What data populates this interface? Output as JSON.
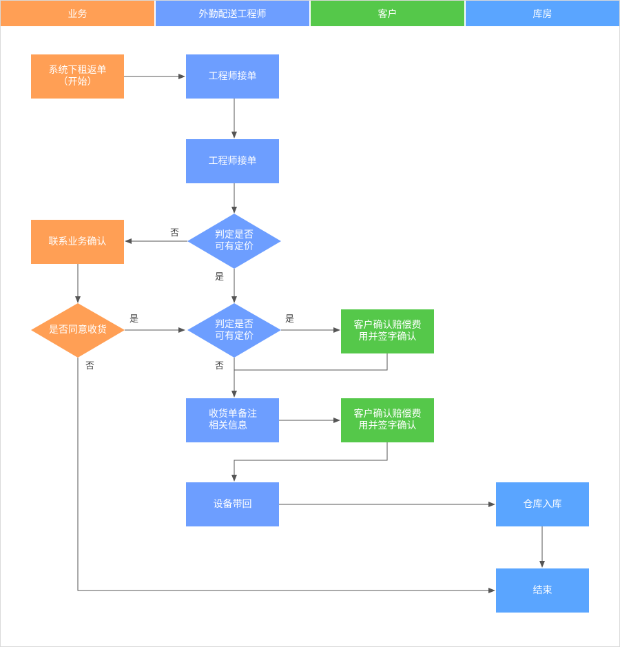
{
  "colors": {
    "lane_business": "#ff9f55",
    "lane_engineer": "#6d9eff",
    "lane_customer": "#55c84a",
    "lane_warehouse": "#5aa5ff",
    "connector": "#555555"
  },
  "lanes": [
    {
      "label": "业务"
    },
    {
      "label": "外勤配送工程师"
    },
    {
      "label": "客户"
    },
    {
      "label": "库房"
    }
  ],
  "nodes": {
    "start": {
      "line1": "系统下租返单",
      "line2": "（开始）"
    },
    "engineer_accept_1": {
      "line1": "工程师接单"
    },
    "engineer_accept_2": {
      "line1": "工程师接单"
    },
    "decision_price_1": {
      "line1": "判定是否",
      "line2": "可有定价"
    },
    "contact_business": {
      "line1": "联系业务确认"
    },
    "agree_decision": {
      "line1": "是否同意收货"
    },
    "decision_price_2": {
      "line1": "判定是否",
      "line2": "可有定价"
    },
    "customer_confirm_1": {
      "line1": "客户确认赔偿费",
      "line2": "用并签字确认"
    },
    "receipt_note": {
      "line1": "收货单备注",
      "line2": "相关信息"
    },
    "customer_confirm_2": {
      "line1": "客户确认赔偿费",
      "line2": "用并签字确认"
    },
    "bring_back": {
      "line1": "设备带回"
    },
    "warehouse_in": {
      "line1": "仓库入库"
    },
    "end": {
      "line1": "结束"
    }
  },
  "edge_labels": {
    "d1_no": "否",
    "d1_yes": "是",
    "agree_yes": "是",
    "agree_no": "否",
    "d2_yes": "是",
    "d2_no": "否"
  }
}
